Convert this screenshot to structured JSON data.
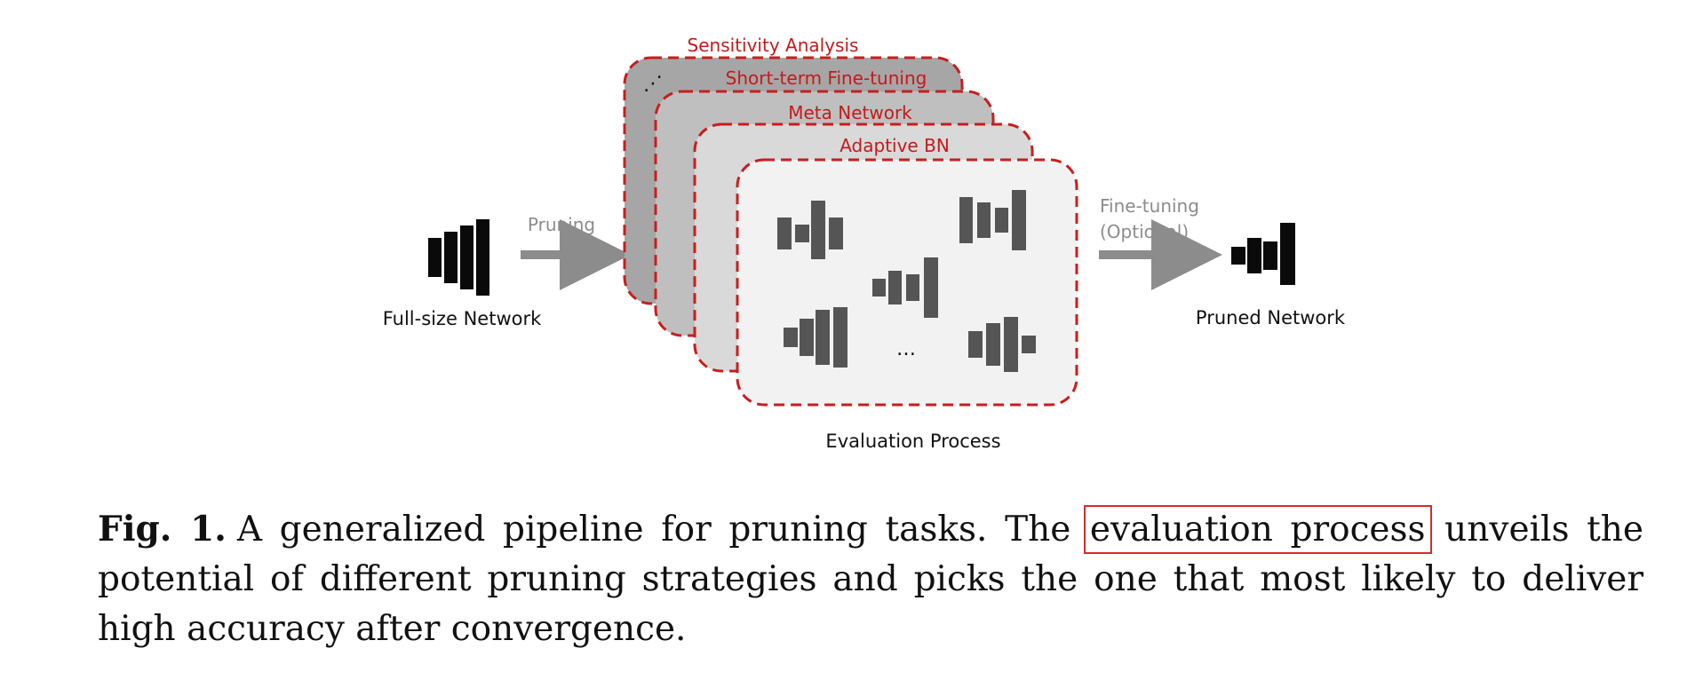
{
  "figure": {
    "full_size_label": "Full-size Network",
    "pruning_label": "Pruning",
    "layers": [
      "Sensitivity Analysis",
      "Short-term Fine-tuning",
      "Meta Network",
      "Adaptive BN"
    ],
    "layer_ellipsis": "⋰",
    "inner_ellipsis": "…",
    "evaluation_label": "Evaluation Process",
    "finetune_label_line1": "Fine-tuning",
    "finetune_label_line2": "(Optional)",
    "pruned_label": "Pruned Network",
    "colors": {
      "dash_red": "#c81e1e",
      "label_red": "#c41a1a",
      "arrow_gray": "#8c8c8c",
      "net_black": "#0a0a0a",
      "net_gray": "#555555",
      "card_1": "#a6a6a6",
      "card_2": "#bfbfbf",
      "card_3": "#d9d9d9",
      "card_4": "#f2f2f2"
    }
  },
  "caption": {
    "label": "Fig. 1.",
    "text_before": "A generalized pipeline for pruning tasks. The ",
    "highlight": "evaluation process",
    "text_after": " unveils the potential of different pruning strategies and picks the one that most likely to deliver high accuracy after convergence."
  }
}
